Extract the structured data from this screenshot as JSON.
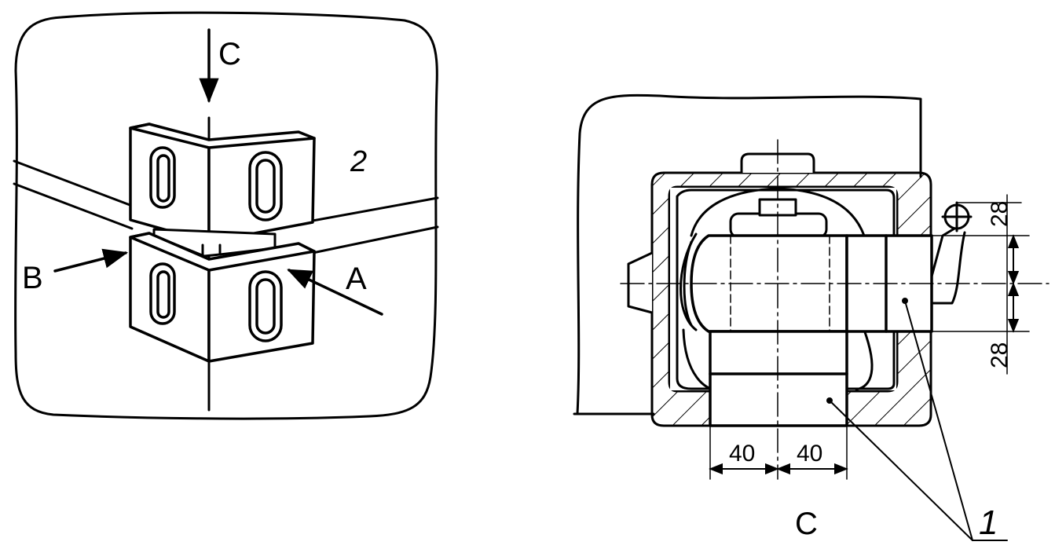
{
  "left_view": {
    "view_arrow_label": "C",
    "arrow_b_label": "B",
    "arrow_a_label": "A",
    "part_number": "2"
  },
  "right_view": {
    "view_label": "C",
    "part_number": "1",
    "dim_top": "28",
    "dim_bottom": "28",
    "dim_left": "40",
    "dim_right": "40"
  },
  "colors": {
    "ink": "#000000",
    "paper": "#ffffff"
  }
}
